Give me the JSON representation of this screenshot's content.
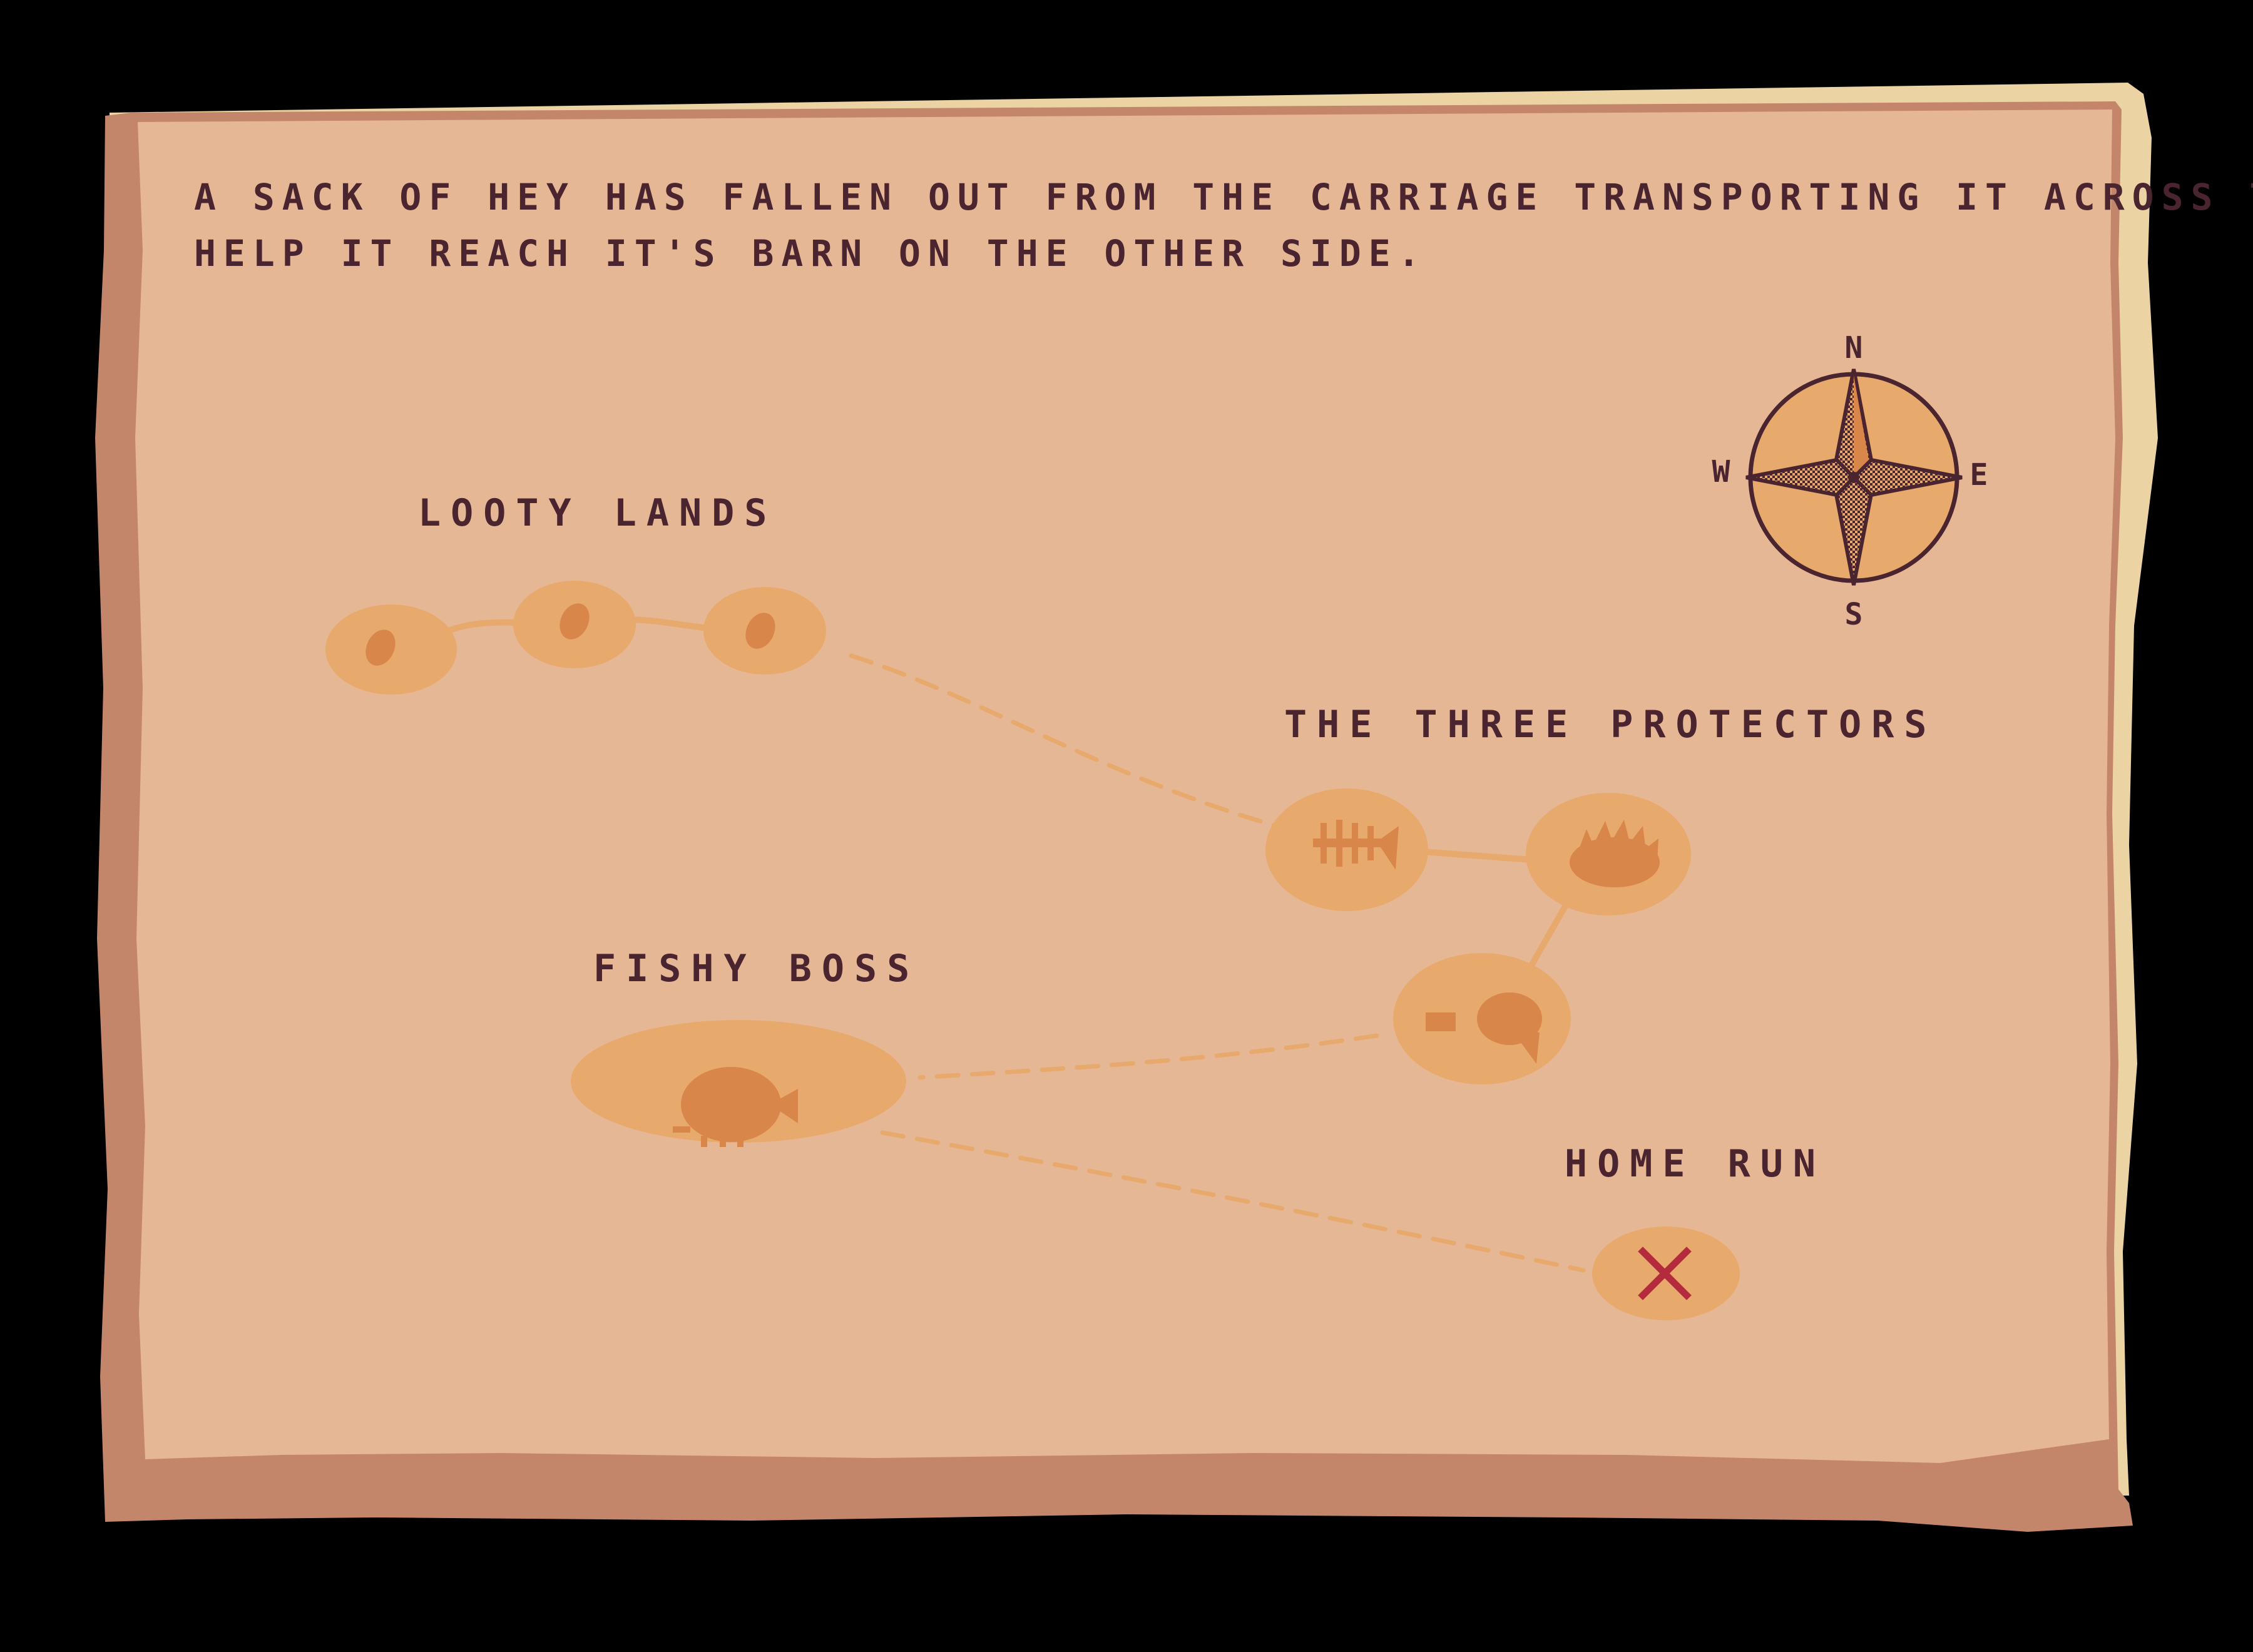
{
  "intro": {
    "line1": "A SACK OF HEY HAS FALLEN OUT FROM THE CARRIAGE TRANSPORTING IT ACROSS THE MAGICAL FOREST.",
    "line2": "HELP IT REACH IT'S BARN ON THE OTHER SIDE."
  },
  "compass": {
    "n": "N",
    "e": "E",
    "s": "S",
    "w": "W"
  },
  "regions": {
    "looty_lands": "LOOTY LANDS",
    "three_protectors": "THE THREE PROTECTORS",
    "fishy_boss": "FISHY BOSS",
    "home_run": "HOME RUN"
  },
  "icons": {
    "loot": "loot-gem-icon",
    "protector_1": "skeleton-fish-icon",
    "protector_2": "hedgehog-icon",
    "protector_3": "blob-creature-icon",
    "boss": "fish-boss-icon",
    "goal": "x-mark-icon"
  },
  "colors": {
    "background": "#000000",
    "parchment": "#e6b795",
    "parchment_shadow": "#c4866b",
    "parchment_highlight": "#ecd3a4",
    "node": "#e8a96c",
    "node_icon": "#d9864a",
    "text": "#4a2530",
    "x_mark": "#b32b3c"
  }
}
